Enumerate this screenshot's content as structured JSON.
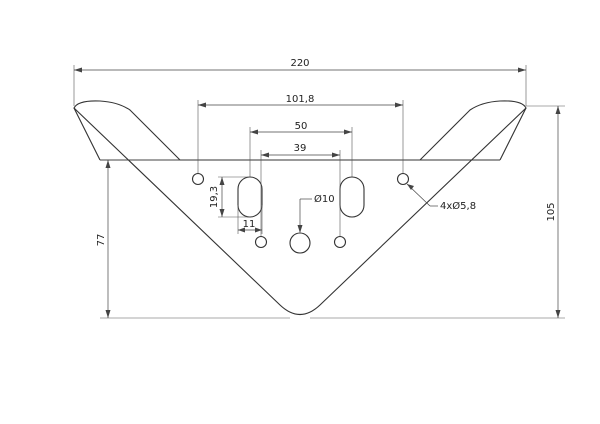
{
  "drawing": {
    "dimensions": {
      "overall_width": "220",
      "outer_holes_spacing": "101,8",
      "slots_spacing": "50",
      "small_holes_spacing": "39",
      "slot_length": "19,3",
      "slot_width": "11",
      "center_hole": "Ø10",
      "small_holes_callout": "4xØ5,8",
      "inner_height": "77",
      "total_height": "105"
    },
    "colors": {
      "line": "#333333",
      "background": "#ffffff"
    }
  }
}
